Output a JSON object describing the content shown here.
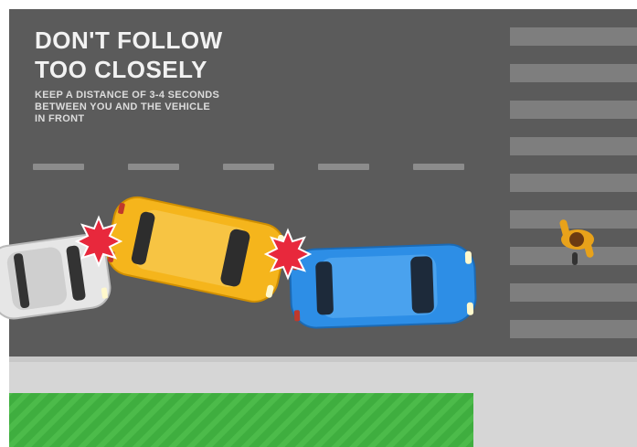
{
  "illustration": {
    "title_line_1": "DON'T FOLLOW",
    "title_line_2": "TOO CLOSELY",
    "subtitle_line_1": "KEEP A DISTANCE OF 3-4 SECONDS",
    "subtitle_line_2": "BETWEEN YOU AND THE VEHICLE",
    "subtitle_line_3": "IN FRONT"
  },
  "colors": {
    "road": "#5b5b5b",
    "lane_marking": "#8c8c8c",
    "crosswalk_stripe": "#7e7e7e",
    "sidewalk": "#d6d6d6",
    "grass": "#3fae3f",
    "white_car": "#e6e6e6",
    "yellow_car": "#f5b51c",
    "blue_car": "#2d8ee6",
    "crash_star": "#e8283c",
    "pedestrian": "#e8a21a"
  },
  "icons": [
    "white-car-icon",
    "yellow-car-icon",
    "blue-car-icon",
    "crash-star-icon",
    "pedestrian-icon"
  ]
}
